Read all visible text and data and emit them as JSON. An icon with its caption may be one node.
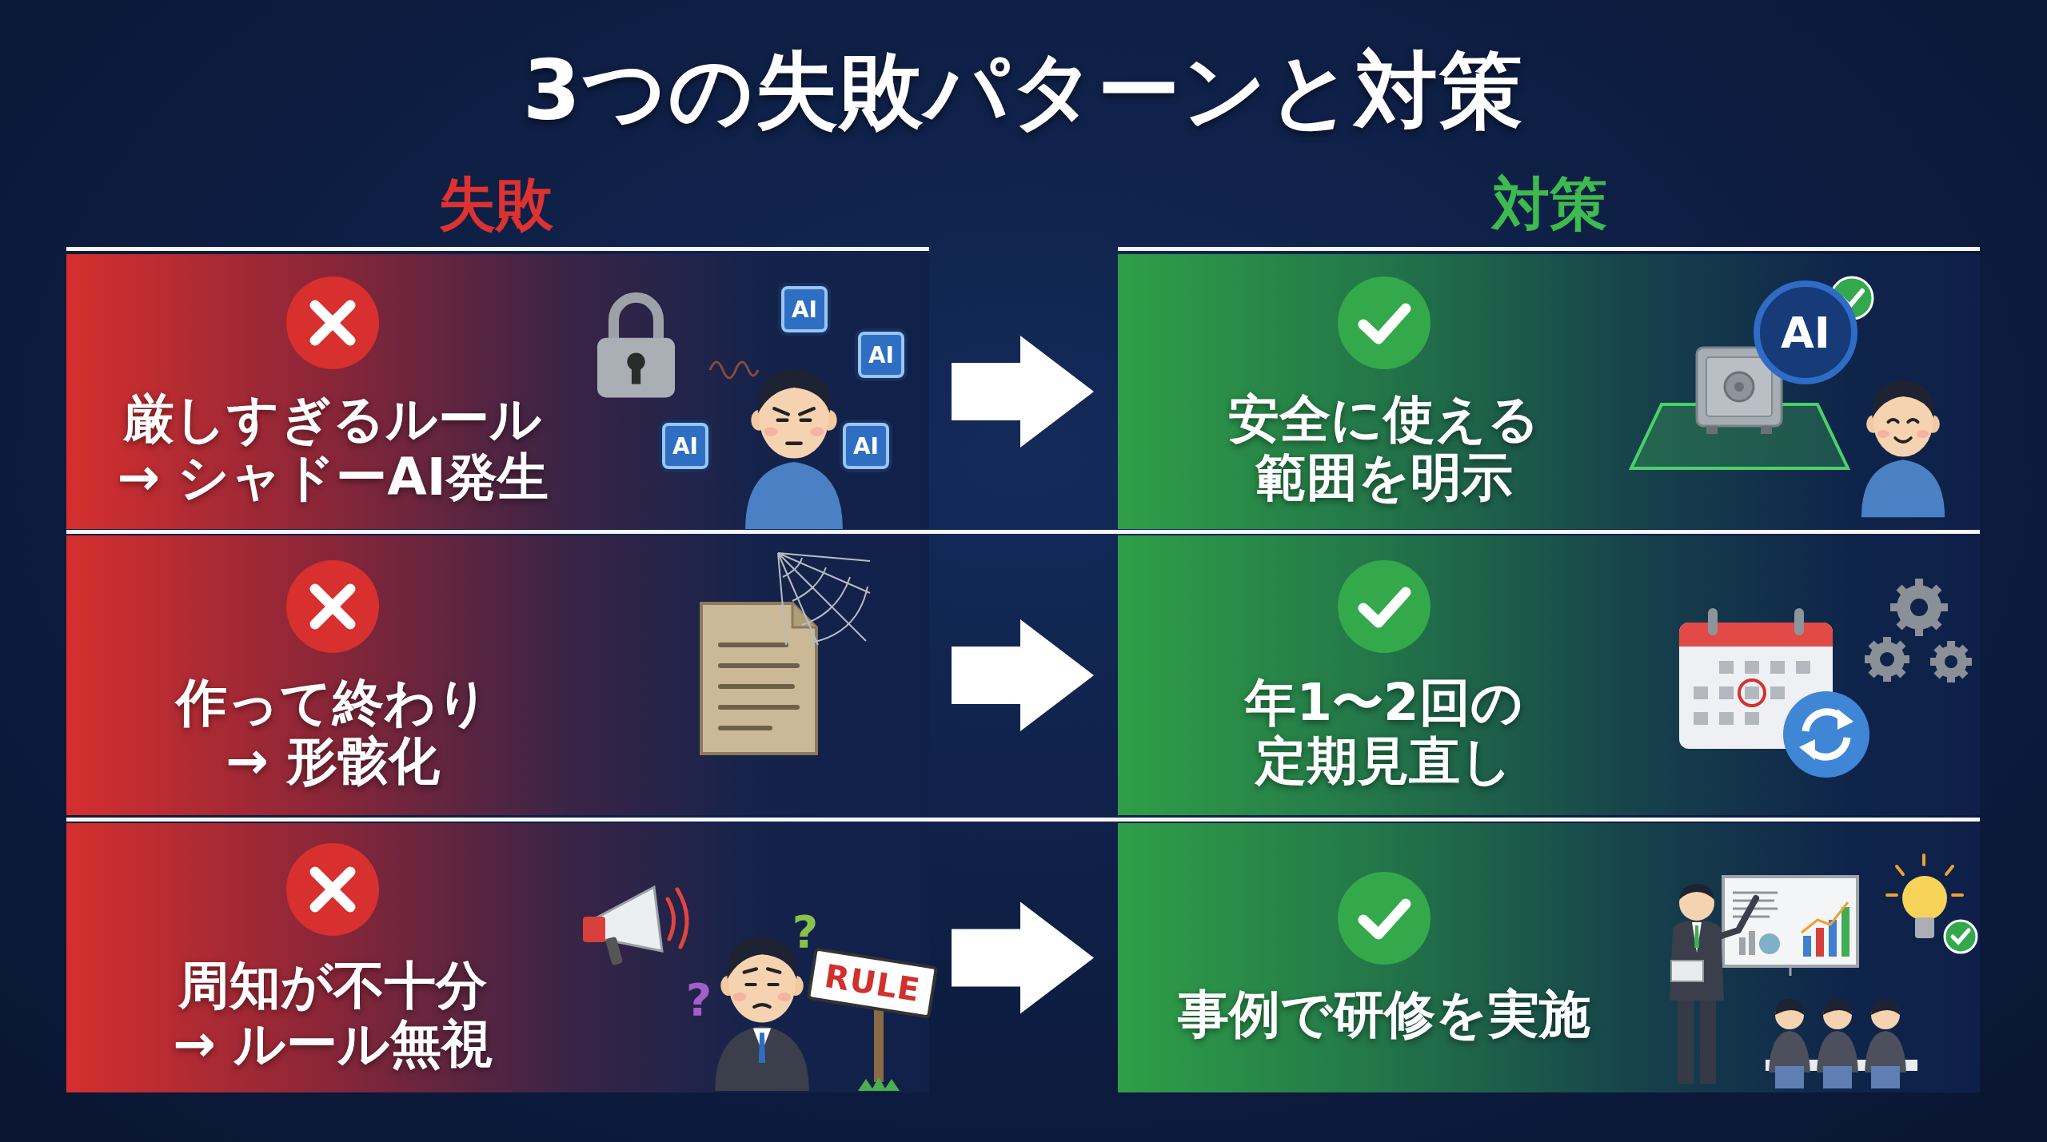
{
  "diagram": {
    "title": "3つの失敗パターンと対策",
    "nodes": [
      {
        "text": [
          "厳しすぎるルール → シャドーAI発生"
        ]
      },
      {
        "text": [
          "安全に使える範囲を明示"
        ]
      },
      {
        "text": [
          "作って終わり → 形骸化"
        ]
      },
      {
        "text": [
          "年1〜2回の定期見直し"
        ]
      },
      {
        "text": [
          "周知が不十分 → ルール無視"
        ]
      },
      {
        "text": [
          "事例で研修を実施"
        ]
      }
    ],
    "edges": [
      {
        "from": 0,
        "to": 1,
        "arrow": "to"
      },
      {
        "from": 2,
        "to": 3,
        "arrow": "to"
      },
      {
        "from": 4,
        "to": 5,
        "arrow": "to"
      }
    ],
    "labels": [
      "失敗",
      "対策",
      "AI",
      "AI",
      "AI",
      "AI",
      "AI",
      "?",
      "RULE",
      "?"
    ]
  }
}
